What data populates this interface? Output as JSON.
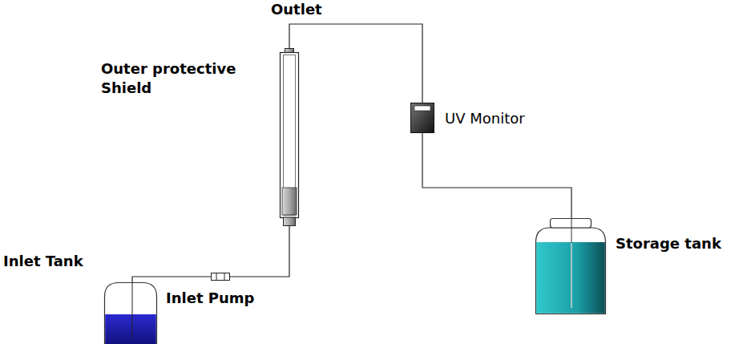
{
  "diagram": {
    "nodes": [
      {
        "text": [
          "Inlet Tank"
        ]
      },
      {
        "text": [
          "Inlet Pump"
        ]
      },
      {
        "text": [
          "Outer protective Shield"
        ]
      },
      {
        "text": [
          "UV Monitor"
        ]
      },
      {
        "text": [
          "Storage tank"
        ]
      }
    ],
    "edges": [
      {
        "from": 0,
        "to": 1,
        "arrow": "none"
      },
      {
        "from": 1,
        "to": 2,
        "arrow": "none"
      },
      {
        "from": 2,
        "to": 3,
        "arrow": "none"
      },
      {
        "from": 3,
        "to": 4,
        "arrow": "none"
      }
    ],
    "labels": [
      "Outlet"
    ]
  }
}
